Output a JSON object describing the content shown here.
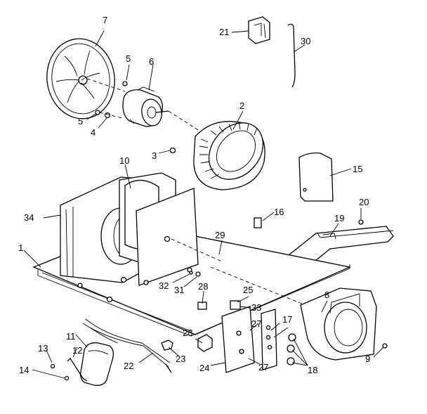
{
  "diagram": {
    "type": "exploded-parts-diagram",
    "parts": [
      {
        "id": "p1",
        "label": "1"
      },
      {
        "id": "p2",
        "label": "2"
      },
      {
        "id": "p3",
        "label": "3"
      },
      {
        "id": "p4",
        "label": "4"
      },
      {
        "id": "p5a",
        "label": "5"
      },
      {
        "id": "p5b",
        "label": "5"
      },
      {
        "id": "p6",
        "label": "6"
      },
      {
        "id": "p7",
        "label": "7"
      },
      {
        "id": "p8",
        "label": "8"
      },
      {
        "id": "p9",
        "label": "9"
      },
      {
        "id": "p10",
        "label": "10"
      },
      {
        "id": "p11",
        "label": "11"
      },
      {
        "id": "p12",
        "label": "12"
      },
      {
        "id": "p13",
        "label": "13"
      },
      {
        "id": "p14",
        "label": "14"
      },
      {
        "id": "p15",
        "label": "15"
      },
      {
        "id": "p16",
        "label": "16"
      },
      {
        "id": "p17",
        "label": "17"
      },
      {
        "id": "p18",
        "label": "18"
      },
      {
        "id": "p19",
        "label": "19"
      },
      {
        "id": "p20",
        "label": "20"
      },
      {
        "id": "p21",
        "label": "21"
      },
      {
        "id": "p22",
        "label": "22"
      },
      {
        "id": "p23",
        "label": "23"
      },
      {
        "id": "p24",
        "label": "24"
      },
      {
        "id": "p25",
        "label": "25"
      },
      {
        "id": "p26",
        "label": "26"
      },
      {
        "id": "p27a",
        "label": "27"
      },
      {
        "id": "p27b",
        "label": "27"
      },
      {
        "id": "p28",
        "label": "28"
      },
      {
        "id": "p29",
        "label": "29"
      },
      {
        "id": "p30",
        "label": "30"
      },
      {
        "id": "p31",
        "label": "31"
      },
      {
        "id": "p32",
        "label": "32"
      },
      {
        "id": "p33",
        "label": "33"
      },
      {
        "id": "p34",
        "label": "34"
      }
    ]
  }
}
